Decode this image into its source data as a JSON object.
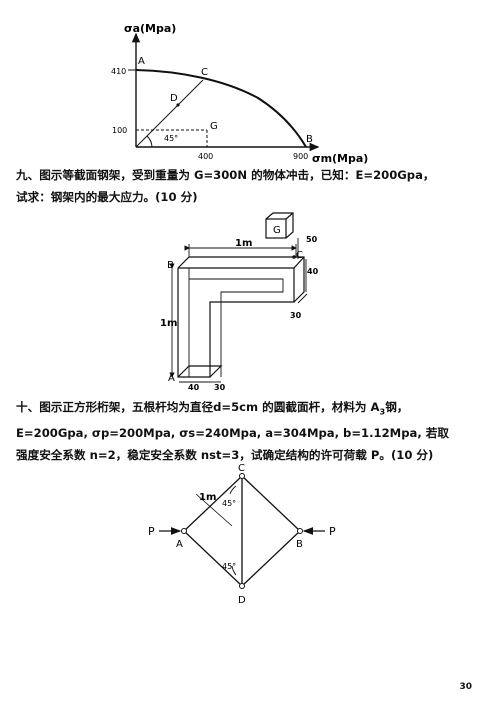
{
  "fig1": {
    "y_axis_label": "σa(Mpa)",
    "x_axis_label": "σm(Mpa)",
    "y_tick_410": "410",
    "y_tick_100": "100",
    "x_tick_400": "400",
    "x_tick_900": "900",
    "point_A": "A",
    "point_B": "B",
    "point_C": "C",
    "point_D": "D",
    "point_G": "G",
    "angle": "45°"
  },
  "problem9": {
    "line1": "九、图示等截面钢架，受到重量为 G=300N 的物体冲击，已知：E=200Gpa，",
    "line2": "试求：钢架内的最大应力。(10 分)"
  },
  "fig2": {
    "weight": "G",
    "dim_top": "1m",
    "dim_left": "1m",
    "dim_50": "50",
    "dim_40_right": "40",
    "dim_30_right": "30",
    "dim_40_bottom": "40",
    "dim_30_bottom": "30",
    "point_A": "A",
    "point_B": "B",
    "point_C": "C"
  },
  "problem10": {
    "line1": "十、图示正方形桁架，五根杆均为直径d=5cm 的圆截面杆，材料为 A",
    "line1_sub": "3",
    "line1_end": "钢，",
    "line2": "E=200Gpa, σp=200Mpa, σs=240Mpa, a=304Mpa, b=1.12Mpa, 若取",
    "line3": "强度安全系数 n=2，稳定安全系数 nst=3，试确定结构的许可荷载 P。(10 分)"
  },
  "fig3": {
    "load_left": "P",
    "load_right": "P",
    "node_A": "A",
    "node_B": "B",
    "node_C": "C",
    "node_D": "D",
    "length": "1m",
    "angle_top": "45°",
    "angle_bottom": "45°"
  },
  "page_number": "30"
}
